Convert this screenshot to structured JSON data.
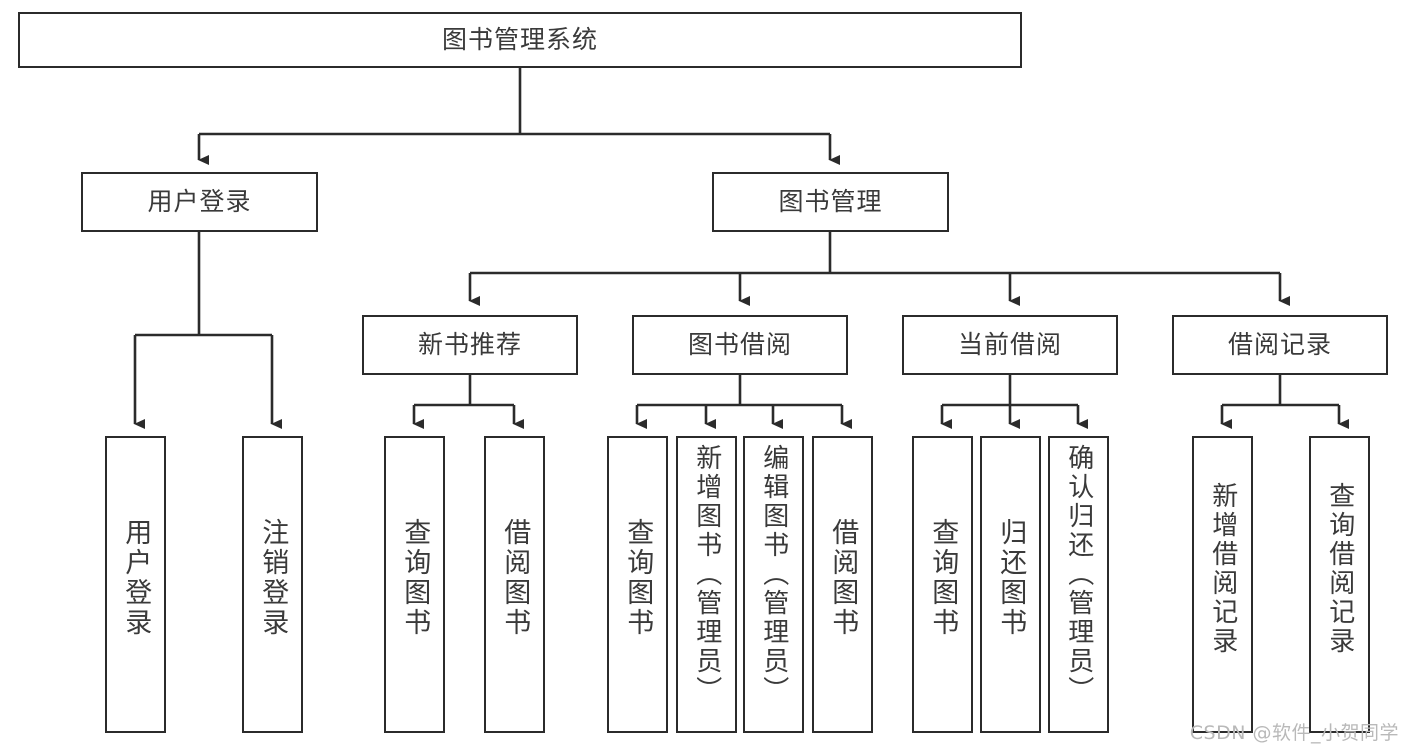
{
  "diagram": {
    "title": "图书管理系统",
    "type": "tree-hierarchy",
    "root": {
      "label": "图书管理系统"
    },
    "level2": [
      {
        "label": "用户登录"
      },
      {
        "label": "图书管理"
      }
    ],
    "level3": [
      {
        "label": "新书推荐"
      },
      {
        "label": "图书借阅"
      },
      {
        "label": "当前借阅"
      },
      {
        "label": "借阅记录"
      }
    ],
    "leaves": {
      "user_login": [
        {
          "label": "用户登录"
        },
        {
          "label": "注销登录"
        }
      ],
      "new_book_recommend": [
        {
          "label": "查询图书"
        },
        {
          "label": "借阅图书"
        }
      ],
      "book_borrow": [
        {
          "label": "查询图书"
        },
        {
          "label": "新增图书（管理员）"
        },
        {
          "label": "编辑图书（管理员）"
        },
        {
          "label": "借阅图书"
        }
      ],
      "current_borrow": [
        {
          "label": "查询图书"
        },
        {
          "label": "归还图书"
        },
        {
          "label": "确认归还（管理员）"
        }
      ],
      "borrow_record": [
        {
          "label": "新增借阅记录"
        },
        {
          "label": "查询借阅记录"
        }
      ]
    }
  },
  "watermark": {
    "text": "CSDN @软件_小贺同学"
  },
  "colors": {
    "box_border": "#2b2b2b",
    "box_fill": "#ffffff",
    "text": "#3a3a3a",
    "connector": "#2b2b2b",
    "watermark": "#b9b9b9",
    "background": "#ffffff"
  }
}
